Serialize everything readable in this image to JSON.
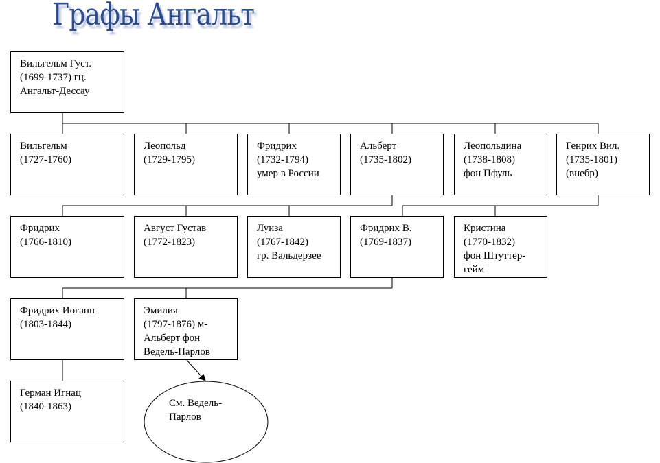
{
  "title": "Графы Ангальт",
  "people": {
    "root": [
      "Вильгельм Густ.",
      "(1699-1737) гц.",
      "Ангальт-Дессау"
    ],
    "g1": [
      [
        "Вильгельм",
        "(1727-1760)"
      ],
      [
        "Леопольд",
        "(1729-1795)"
      ],
      [
        "Фридрих",
        "(1732-1794)",
        "умер в России"
      ],
      [
        "Альберт",
        "(1735-1802)"
      ],
      [
        "Леопольдина",
        "(1738-1808)",
        "фон Пфуль"
      ],
      [
        "Генрих Вил.",
        "(1735-1801)",
        "(внебр)"
      ]
    ],
    "g2": [
      [
        "Фридрих",
        "(1766-1810)"
      ],
      [
        "Август Густав",
        "(1772-1823)"
      ],
      [
        "Луиза",
        "(1767-1842)",
        "гр. Вальдерзее"
      ],
      [
        "Фридрих В.",
        "(1769-1837)"
      ],
      [
        "Кристина",
        "(1770-1832)",
        "фон Штуттер-",
        "гейм"
      ]
    ],
    "g3": [
      [
        "Фридрих Иоганн",
        "(1803-1844)"
      ],
      [
        "Эмилия",
        "(1797-1876) м-",
        "Альберт фон",
        "Ведель-Парлов"
      ]
    ],
    "g4": [
      [
        "Герман Игнац",
        "(1840-1863)"
      ]
    ]
  },
  "reference": [
    "См. Ведель-",
    "Парлов"
  ]
}
